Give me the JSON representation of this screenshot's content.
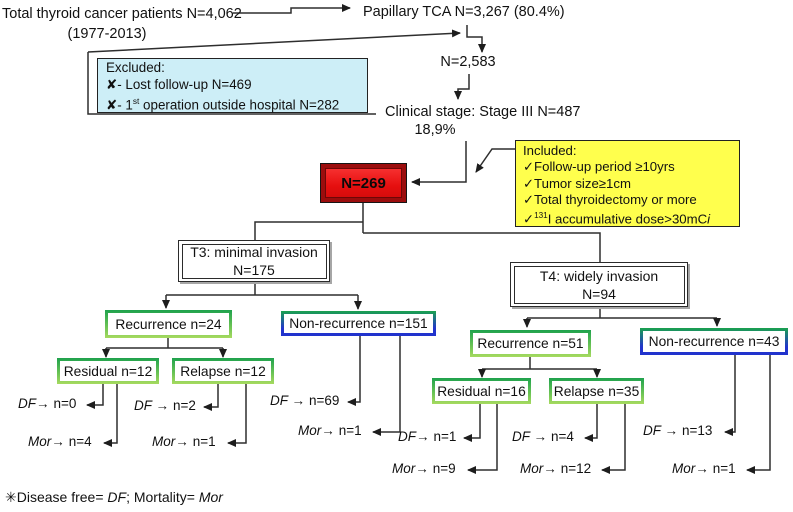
{
  "diagram": {
    "total": {
      "line1": "Total thyroid cancer patients N=4,062",
      "line2": "(1977-2013)"
    },
    "papillary": "Papillary TCA N=3,267 (80.4%)",
    "n2583": "N=2,583",
    "clinical_stage": "Clinical stage: Stage III N=487",
    "percent": "18,9%",
    "excluded": {
      "title": "Excluded:",
      "item1": "✘- Lost follow-up N=469",
      "item2_pre": "✘- 1",
      "item2_sup": "st",
      "item2_post": " operation outside hospital N=282"
    },
    "included": {
      "title": "Included:",
      "item1": "✓Follow-up period ≥10yrs",
      "item2": "✓Tumor size≥1cm",
      "item3": "✓Total thyroidectomy or more",
      "item4_check": "✓",
      "item4_sup": "131",
      "item4_mid": "I accumulative dose>30mC",
      "item4_it": "i"
    },
    "n269": "N=269",
    "t3": {
      "line1": "T3: minimal invasion",
      "line2": "N=175"
    },
    "t4": {
      "line1": "T4: widely invasion",
      "line2": "N=94"
    },
    "recurrence_t3": "Recurrence n=24",
    "nonrecurrence_t3": "Non-recurrence n=151",
    "residual_t3": "Residual n=12",
    "relapse_t3": "Relapse n=12",
    "recurrence_t4": "Recurrence n=51",
    "nonrecurrence_t4": "Non-recurrence n=43",
    "residual_t4": "Residual n=16",
    "relapse_t4": "Relapse n=35",
    "leaves": {
      "residual_t3": {
        "df": "DF→",
        "dfn": "n=0",
        "mor": "Mor→",
        "morn": "n=4"
      },
      "relapse_t3": {
        "df": "DF →",
        "dfn": "n=2",
        "mor": "Mor→",
        "morn": "n=1"
      },
      "nonrecurrence_t3": {
        "df": "DF →",
        "dfn": "n=69",
        "mor": "Mor→",
        "morn": "n=1"
      },
      "residual_t4": {
        "df": "DF→",
        "dfn": "n=1",
        "mor": "Mor→",
        "morn": "n=9"
      },
      "relapse_t4": {
        "df": "DF →",
        "dfn": "n=4",
        "mor": "Mor→",
        "morn": "n=12"
      },
      "nonrecurrence_t4": {
        "df": "DF →",
        "dfn": "n=13",
        "mor": "Mor→",
        "morn": "n=1"
      }
    },
    "legend": {
      "star": "✳",
      "p1": "Disease free= ",
      "i1": "DF",
      "p2": "; Mortality= ",
      "i2": "Mor"
    },
    "colors": {
      "excluded_bg": "#cdeef7",
      "included_bg": "#ffff4d",
      "highlight_red": "#e60f0f",
      "green_border_top": "#1fa24d",
      "green_border_bottom": "#a6da5f",
      "blue_border": "#2133cd",
      "line": "#2e2e2e"
    }
  }
}
